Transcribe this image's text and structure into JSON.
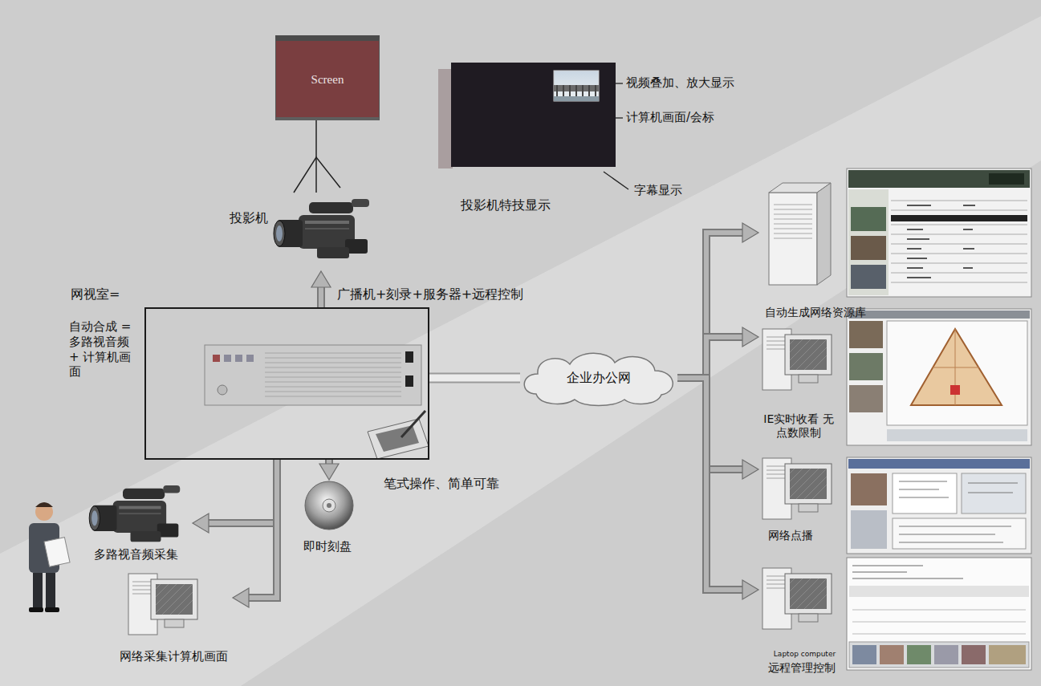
{
  "diagram": {
    "nodes": [
      {
        "text": [
          "Screen"
        ]
      },
      {
        "text": [
          "投影机特技显示"
        ]
      },
      {
        "text": [
          "投影机"
        ]
      },
      {
        "text": [
          "笔式操作、简单可靠"
        ]
      },
      {
        "text": [
          "企业办公网"
        ]
      },
      {
        "text": [
          "自动生成网络资源库"
        ]
      },
      {
        "text": [
          "IE实时收看 无点数限制"
        ]
      },
      {
        "text": [
          "网络点播"
        ]
      },
      {
        "text": [
          "Laptop computer",
          "远程管理控制"
        ]
      },
      {
        "text": [
          "多路视音频采集"
        ]
      },
      {
        "text": [
          "即时刻盘"
        ]
      },
      {
        "text": [
          "网络采集计算机画面"
        ]
      }
    ],
    "edges": [
      {
        "from": 2,
        "to": 0,
        "arrow": "none"
      },
      {
        "from": 3,
        "to": 2,
        "arrow": "to"
      },
      {
        "from": 3,
        "to": 4,
        "arrow": "none"
      },
      {
        "from": 4,
        "to": 5,
        "arrow": "to"
      },
      {
        "from": 4,
        "to": 6,
        "arrow": "to"
      },
      {
        "from": 4,
        "to": 7,
        "arrow": "to"
      },
      {
        "from": 4,
        "to": 8,
        "arrow": "to"
      },
      {
        "from": 3,
        "to": 9,
        "arrow": "to"
      },
      {
        "from": 3,
        "to": 10,
        "arrow": "to"
      },
      {
        "from": 3,
        "to": 11,
        "arrow": "to"
      }
    ],
    "labels": [
      "视频叠加、放大显示",
      "计算机画面/会标",
      "字幕显示",
      "网视室=",
      "广播机+刻录+服务器+远程控制",
      "自动合成 = 多路视音频 + 计算机画面"
    ]
  }
}
